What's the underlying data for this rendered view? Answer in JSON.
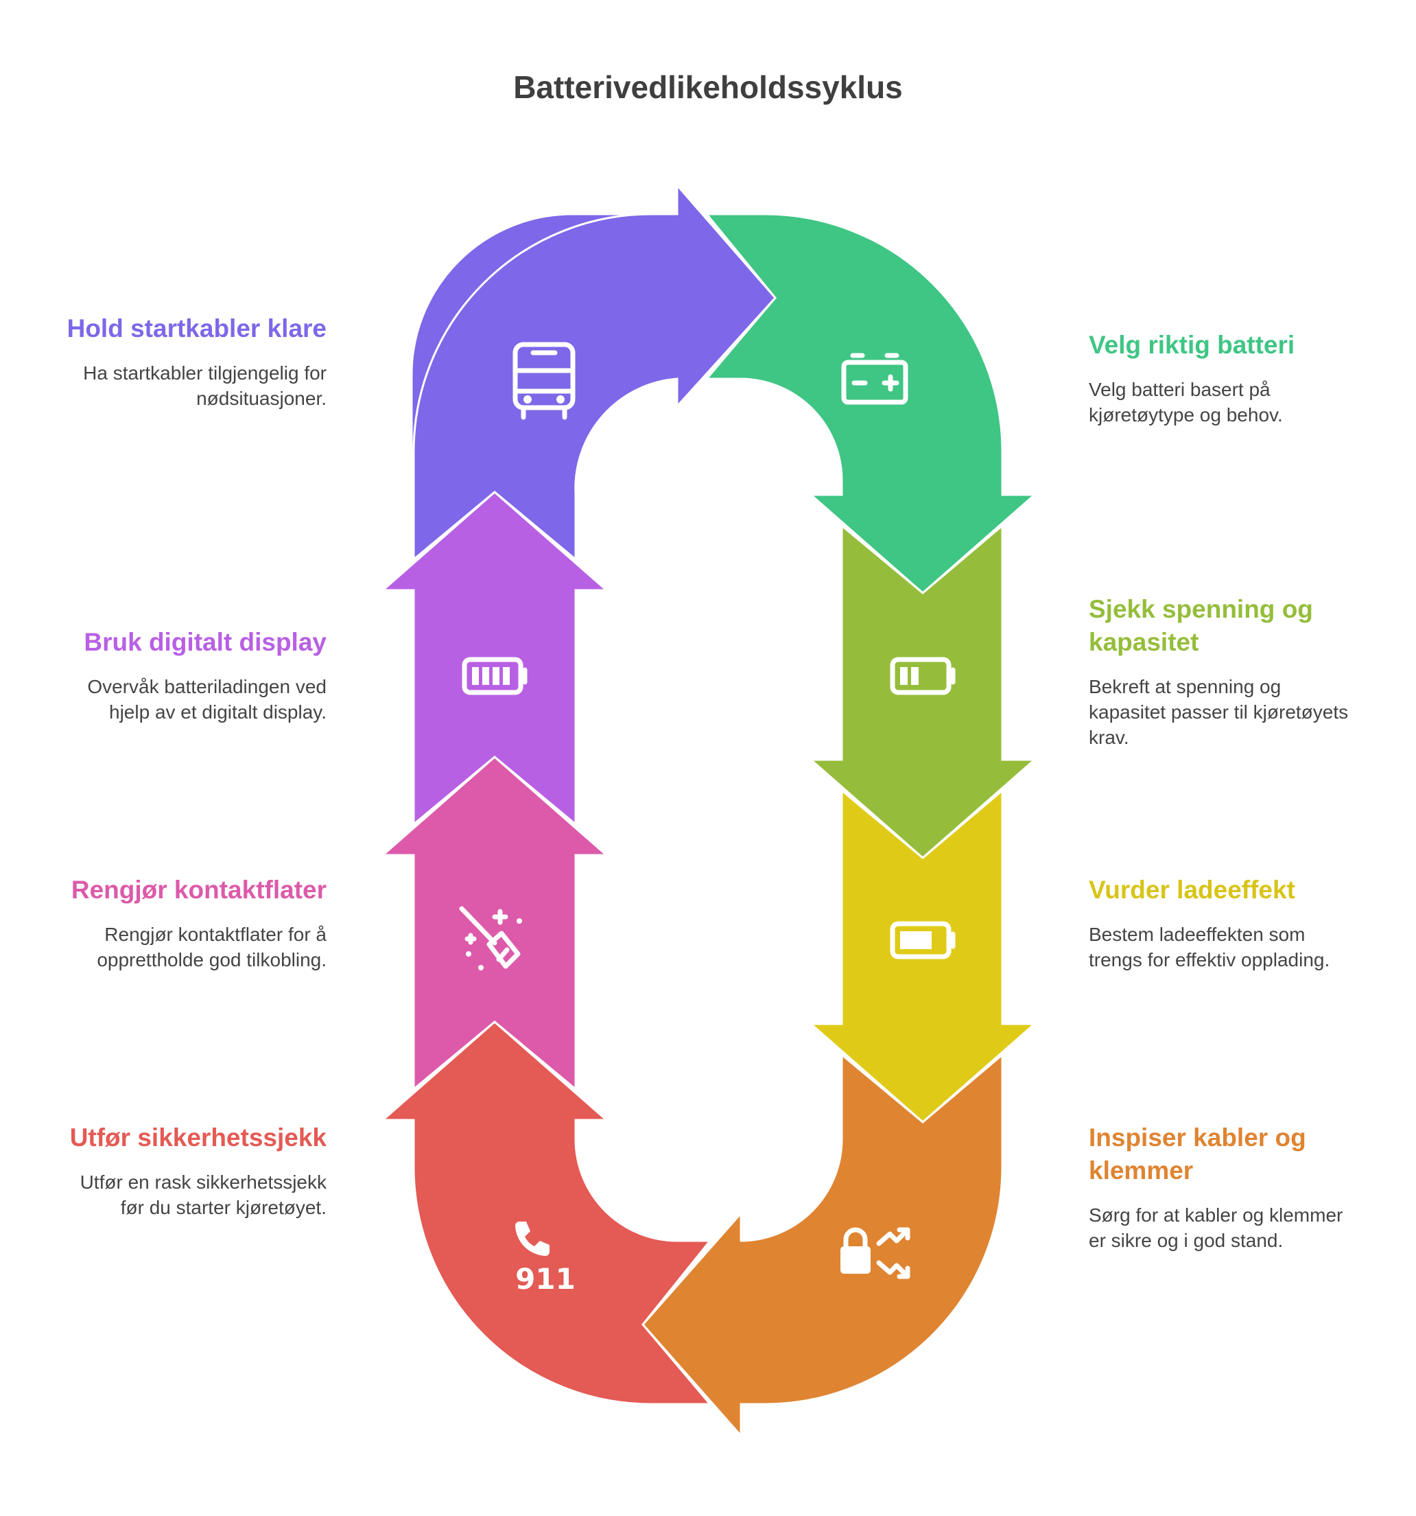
{
  "title": "Batterivedlikeholdssyklus",
  "colors": {
    "purple": "#7e67e8",
    "green": "#3fc584",
    "olive": "#95bd3b",
    "yellow": "#dfcb17",
    "orange": "#df8431",
    "red": "#e45a54",
    "pink": "#dc5aa9",
    "violet": "#b860e4"
  },
  "steps": [
    {
      "id": "velg",
      "heading": "Velg riktig batteri",
      "text": "Velg batteri basert på kjøretøytype og behov.",
      "color": "#3fc584",
      "icon": "car-battery-icon"
    },
    {
      "id": "sjekk",
      "heading": "Sjekk spenning og kapasitet",
      "text": "Bekreft at spenning og kapasitet passer til kjøretøyets krav.",
      "color": "#95bd3b",
      "icon": "battery-low-icon"
    },
    {
      "id": "vurder",
      "heading": "Vurder ladeeffekt",
      "text": "Bestem ladeeffekten som trengs for effektiv opplading.",
      "color": "#dfcb17",
      "icon": "battery-charging-icon"
    },
    {
      "id": "inspiser",
      "heading": "Inspiser kabler og klemmer",
      "text": "Sørg for at kabler og klemmer er sikre og i god stand.",
      "color": "#df8431",
      "icon": "lock-arrows-icon"
    },
    {
      "id": "utfor",
      "heading": "Utfør sikkerhetssjekk",
      "text": "Utfør en rask sikkerhetssjekk før du starter kjøretøyet.",
      "color": "#e45a54",
      "icon": "emergency-911-icon",
      "icon_text": "911"
    },
    {
      "id": "rengjor",
      "heading": "Rengjør kontaktflater",
      "text": "Rengjør kontaktflater for å opprettholde god tilkobling.",
      "color": "#dc5aa9",
      "icon": "broom-sparkle-icon"
    },
    {
      "id": "bruk",
      "heading": "Bruk digitalt display",
      "text": "Overvåk batteriladingen ved hjelp av et digitalt display.",
      "color": "#b860e4",
      "icon": "battery-full-icon"
    },
    {
      "id": "hold",
      "heading": "Hold startkabler klare",
      "text": "Ha startkabler tilgjengelig for nødsituasjoner.",
      "color": "#7e67e8",
      "icon": "bus-icon"
    }
  ]
}
